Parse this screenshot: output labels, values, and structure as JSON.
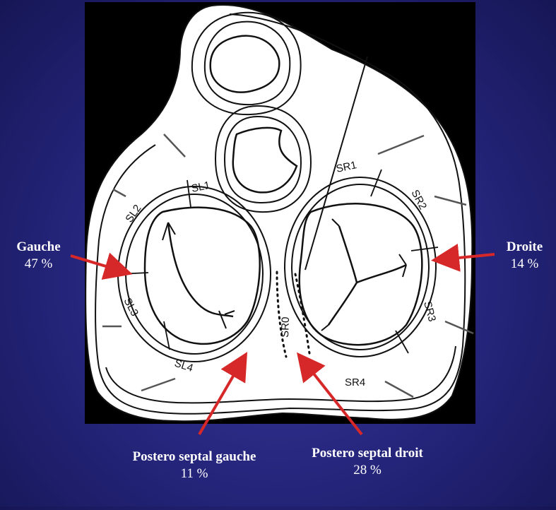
{
  "segment_labels": {
    "SL1": "SL1",
    "SL2": "SL2",
    "SL3": "SL3",
    "SL4": "SL4",
    "SR0": "SR0",
    "SR1": "SR1",
    "SR2": "SR2",
    "SR3": "SR3",
    "SR4": "SR4"
  },
  "callouts": {
    "left": {
      "label": "Gauche",
      "percent": "47 %"
    },
    "right": {
      "label": "Droite",
      "percent": "14 %"
    },
    "posteroseptal_left": {
      "label": "Postero septal gauche",
      "percent": "11 %"
    },
    "posteroseptal_right": {
      "label": "Postero septal droit",
      "percent": "28 %"
    }
  },
  "colors": {
    "background": "#24247a",
    "panel": "#000000",
    "diagram_fill": "#ffffff",
    "line": "#111111",
    "arrow": "#d62828",
    "label_text": "#ffffff"
  }
}
